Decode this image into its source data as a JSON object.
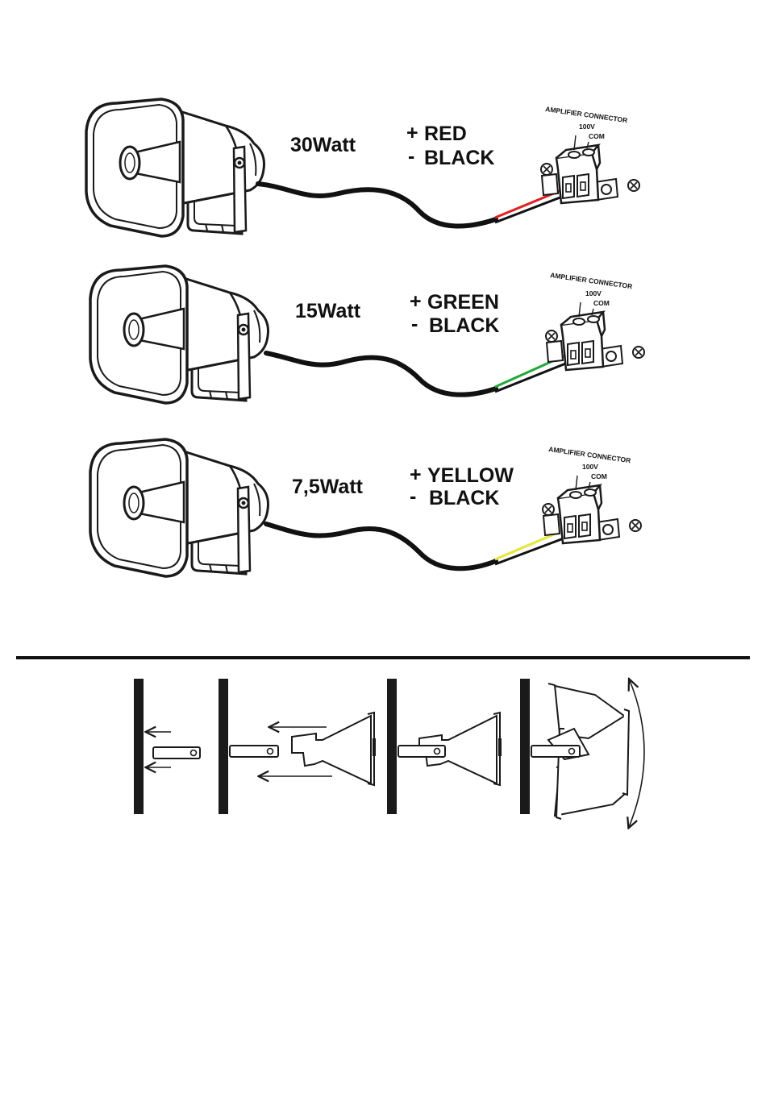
{
  "speakers": [
    {
      "power_label": "30Watt",
      "plus_symbol": "+",
      "plus_wire": "RED",
      "minus_symbol": "-",
      "minus_wire": "BLACK",
      "connector_title": "AMPLIFIER CONNECTOR",
      "connector_pin_1": "100V",
      "connector_pin_2": "COM",
      "plus_color": "#e02020"
    },
    {
      "power_label": "15Watt",
      "plus_symbol": "+",
      "plus_wire": "GREEN",
      "minus_symbol": "-",
      "minus_wire": "BLACK",
      "connector_title": "AMPLIFIER CONNECTOR",
      "connector_pin_1": "100V",
      "connector_pin_2": "COM",
      "plus_color": "#22a83a"
    },
    {
      "power_label": "7,5Watt",
      "plus_symbol": "+",
      "plus_wire": "YELLOW",
      "minus_symbol": "-",
      "minus_wire": "BLACK",
      "connector_title": "AMPLIFIER CONNECTOR",
      "connector_pin_1": "100V",
      "connector_pin_2": "COM",
      "plus_color": "#e6e63a"
    }
  ],
  "colors": {
    "minus_wire": "#111111",
    "outline": "#1a1a1a",
    "wall": "#1a1a1a"
  },
  "mounting_steps": [
    "insert-bracket",
    "slide-horn-onto-bracket",
    "horn-mounted",
    "adjust-angle"
  ]
}
